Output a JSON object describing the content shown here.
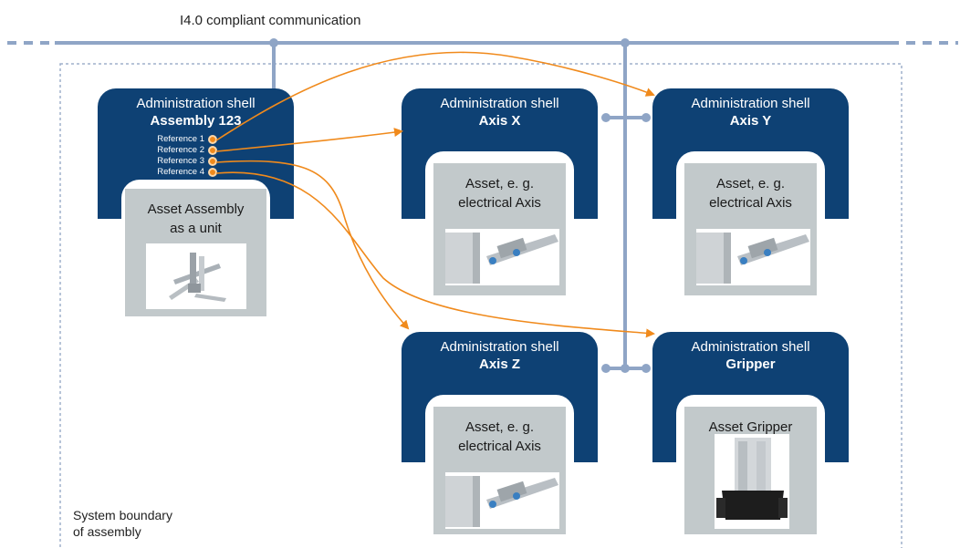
{
  "header": {
    "communication_label": "I4.0 compliant communication"
  },
  "boundary": {
    "line1": "System boundary",
    "line2": "of assembly"
  },
  "shells": {
    "assembly": {
      "name": "Administration shell",
      "id": "Assembly 123",
      "asset_line1": "Asset Assembly",
      "asset_line2": "as a unit",
      "references": [
        "Reference 1",
        "Reference 2",
        "Reference 3",
        "Reference 4"
      ]
    },
    "axis_x": {
      "name": "Administration shell",
      "id": "Axis X",
      "asset_line1": "Asset, e. g.",
      "asset_line2": "electrical Axis"
    },
    "axis_y": {
      "name": "Administration shell",
      "id": "Axis Y",
      "asset_line1": "Asset, e. g.",
      "asset_line2": "electrical Axis"
    },
    "axis_z": {
      "name": "Administration shell",
      "id": "Axis Z",
      "asset_line1": "Asset, e. g.",
      "asset_line2": "electrical Axis"
    },
    "gripper": {
      "name": "Administration shell",
      "id": "Gripper",
      "asset_line1": "Asset Gripper",
      "asset_line2": ""
    }
  },
  "colors": {
    "shell_blue": "#0e4174",
    "asset_gray": "#c2c9cb",
    "bus_blue": "#8fa5c6",
    "reference_orange": "#f08a1c"
  }
}
